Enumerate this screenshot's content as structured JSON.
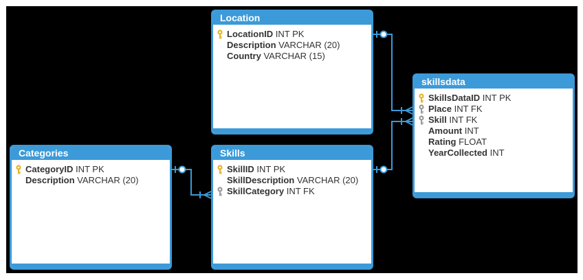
{
  "tables": {
    "location": {
      "title": "Location",
      "fields": [
        {
          "name": "LocationID",
          "type": "INT PK",
          "key": "pk"
        },
        {
          "name": "Description",
          "type": "VARCHAR (20)",
          "key": ""
        },
        {
          "name": "Country",
          "type": "VARCHAR (15)",
          "key": ""
        }
      ]
    },
    "skillsdata": {
      "title": "skillsdata",
      "fields": [
        {
          "name": "SkillsDataID",
          "type": "INT PK",
          "key": "pk"
        },
        {
          "name": "Place",
          "type": "INT FK",
          "key": "fk"
        },
        {
          "name": "Skill",
          "type": "INT FK",
          "key": "fk"
        },
        {
          "name": "Amount",
          "type": "INT",
          "key": ""
        },
        {
          "name": "Rating",
          "type": "FLOAT",
          "key": ""
        },
        {
          "name": "YearCollected",
          "type": "INT",
          "key": ""
        }
      ]
    },
    "categories": {
      "title": "Categories",
      "fields": [
        {
          "name": "CategoryID",
          "type": "INT PK",
          "key": "pk"
        },
        {
          "name": "Description",
          "type": "VARCHAR (20)",
          "key": ""
        }
      ]
    },
    "skills": {
      "title": "Skills",
      "fields": [
        {
          "name": "SkillID",
          "type": "INT PK",
          "key": "pk"
        },
        {
          "name": "SkillDescription",
          "type": "VARCHAR (20)",
          "key": ""
        },
        {
          "name": "SkillCategory",
          "type": "INT FK",
          "key": "fk"
        }
      ]
    }
  },
  "colors": {
    "background": "#000000",
    "table_border": "#3c9ad8",
    "header_text": "#ffffff",
    "field_text": "#333333",
    "primary_key_icon": "#e8b323",
    "foreign_key_icon": "#9a9a9a",
    "connector": "#3c9ad8"
  }
}
